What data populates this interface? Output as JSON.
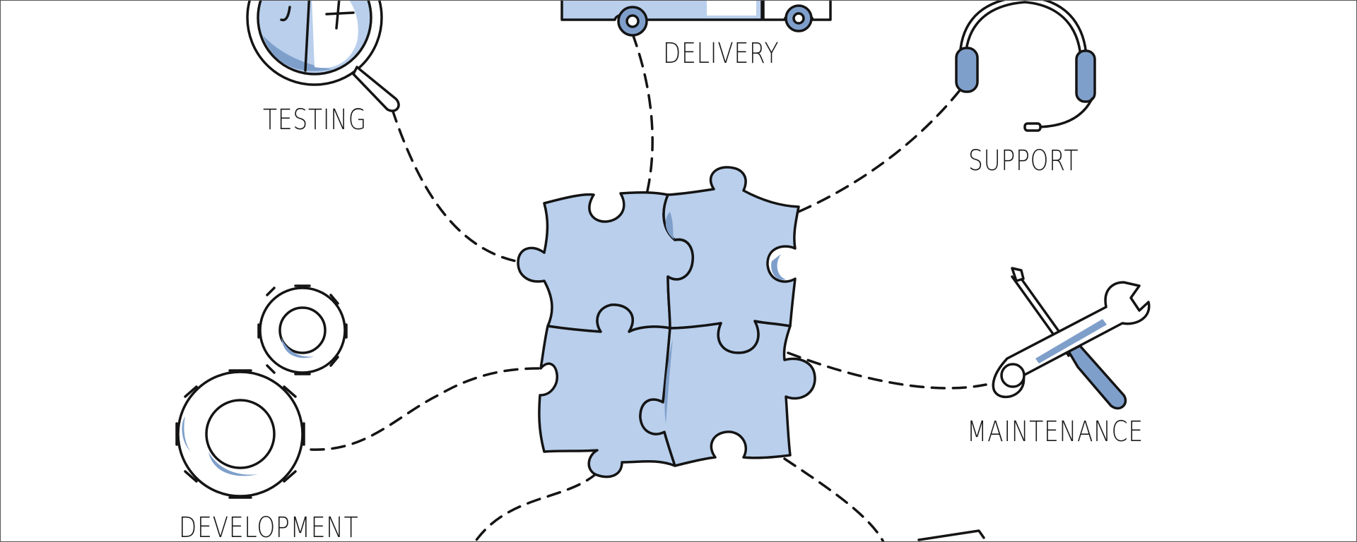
{
  "diagram": {
    "nodes": {
      "testing": "TESTING",
      "delivery": "DELIVERY",
      "support": "SUPPORT",
      "maintenance": "MAINTENANCE",
      "development": "DEVELOPMENT"
    },
    "icons": {
      "center": "puzzle-icon",
      "testing": "magnifier-icon",
      "delivery": "truck-icon",
      "support": "headset-icon",
      "maintenance": "tools-icon",
      "development": "gears-icon"
    },
    "colors": {
      "fill": "#b9cfec",
      "shade": "#7f9fcb",
      "stroke": "#141414"
    }
  }
}
